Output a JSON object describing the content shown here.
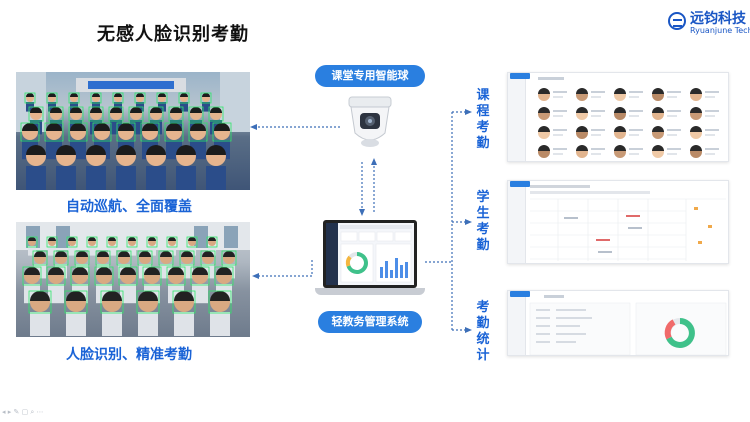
{
  "title": "无感人脸识别考勤",
  "logo": {
    "cn": "远钧科技",
    "en": "Ryuanjune Tech"
  },
  "captions": {
    "patrol": "自动巡航、全面覆盖",
    "recognition": "人脸识别、精准考勤"
  },
  "pills": {
    "camera": "课堂专用智能球",
    "system": "轻教务管理系统"
  },
  "side_labels": {
    "course": "课程考勤",
    "student": "学生考勤",
    "stats": "考勤统计"
  },
  "colors": {
    "accent": "#1a63d6",
    "pill": "#2a7fe0",
    "detect_box": "#2ee86a"
  },
  "icons": [
    "camera-dome-icon",
    "laptop-icon",
    "logo-mark-icon"
  ]
}
